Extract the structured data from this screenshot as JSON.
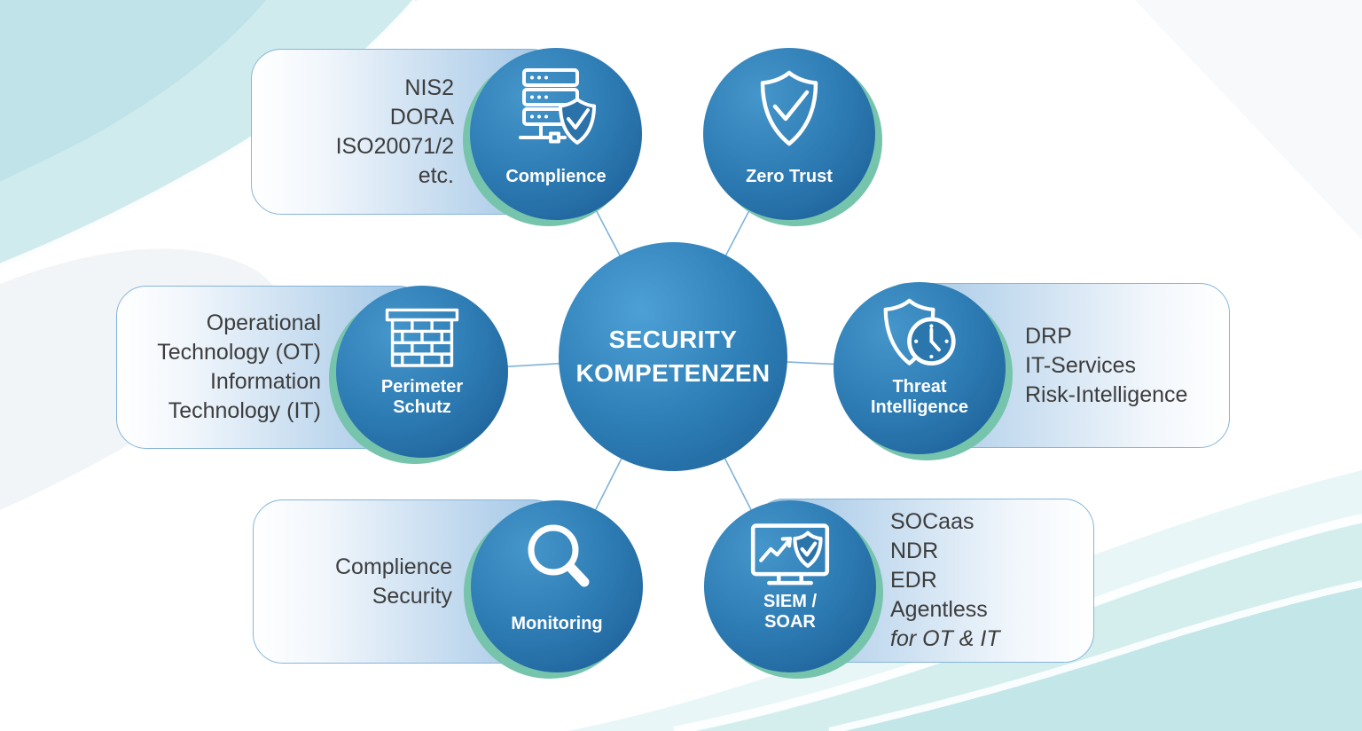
{
  "center": {
    "line1": "SECURITY",
    "line2": "KOMPETENZEN"
  },
  "nodes": {
    "compliance": {
      "label_lines": [
        "Complience"
      ],
      "icon": "server-shield-icon",
      "info_lines": [
        "NIS2",
        "DORA",
        "ISO20071/2",
        "etc."
      ]
    },
    "zero_trust": {
      "label_lines": [
        "Zero Trust"
      ],
      "icon": "shield-check-icon"
    },
    "perimeter": {
      "label_lines": [
        "Perimeter",
        "Schutz"
      ],
      "icon": "brick-wall-icon",
      "info_lines": [
        "Operational",
        "Technology (OT)",
        "Information",
        "Technology (IT)"
      ]
    },
    "threat": {
      "label_lines": [
        "Threat",
        "Intelligence"
      ],
      "icon": "shield-clock-icon",
      "info_lines": [
        "DRP",
        "IT-Services",
        "Risk-Intelligence"
      ]
    },
    "monitoring": {
      "label_lines": [
        "Monitoring"
      ],
      "icon": "magnifier-icon",
      "info_lines": [
        "Complience",
        "Security"
      ]
    },
    "siem": {
      "label_lines": [
        "SIEM /",
        "SOAR"
      ],
      "icon": "monitor-shield-icon",
      "info_lines": [
        "SOCaas",
        "NDR",
        "EDR",
        "Agentless",
        {
          "text": "for OT & IT",
          "italic": true
        }
      ]
    }
  },
  "colors": {
    "node-blue-light": "#4596cb",
    "node-blue-mid": "#2e7cb4",
    "node-blue-dark": "#1a5a92",
    "accent-teal": "#76c4ac",
    "box-blue": "#9dc3e4",
    "box-border": "#85b5da",
    "connector": "#7fb2d9",
    "text-dark": "#3d3d3d",
    "wave-teal": "#c5e7ea"
  }
}
